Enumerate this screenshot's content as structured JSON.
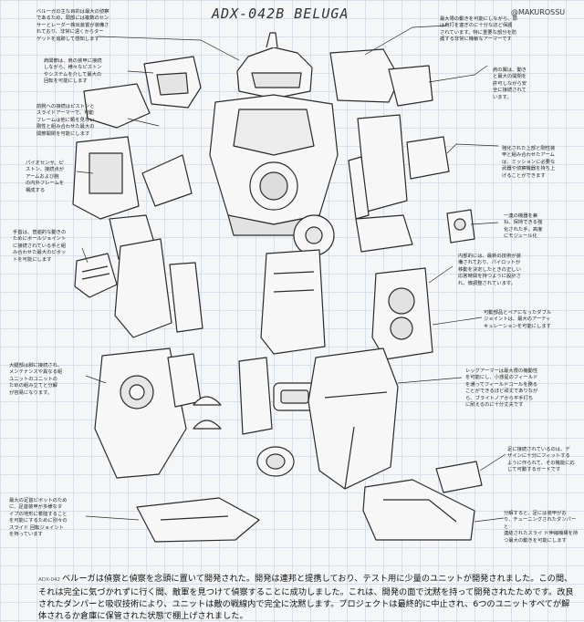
{
  "header": {
    "title": "ADX-042B BELUGA",
    "credit": "@MAKUROSSU"
  },
  "notes": [
    {
      "id": "n1",
      "text": "ベルーガの主な目的は最大の偵察\nであるため、頭部には複数のセン\nサーとレーダー検出装置が装備さ\nれており、非常に遠くからター\nゲットを追跡して感知します"
    },
    {
      "id": "n2",
      "text": "肩関節は、肩の装甲に接続\nしながら、様々なピストン\nやシステムを介して最大の\n回転を可能にします"
    },
    {
      "id": "n3",
      "text": "前腕への接続はピストンと\nスライドアーマーで、可動\nフレームは他に類を見ない\n剛性と組み合わせた最大の\n関節開閉を可能にします"
    },
    {
      "id": "n4",
      "text": "パイオセンサ、ピ\nストン、接続点が\nアームおよび腕\nの内外フレームを\n構成する"
    },
    {
      "id": "n5",
      "text": "手首は、普遍的な動きの\nためにボールジョイント\nに接続されている手と組\nみ合わせた最大のピボッ\nトを可能にします"
    },
    {
      "id": "n6",
      "text": "大腿部は脚に接続され、\nメンテナンスや異なる組\nユニットのユニットの\nための組み立てと分解\nが容易になります。"
    },
    {
      "id": "n7",
      "text": "最大の足首ピボットのため\nに、足首装甲が多様なタ\nイプの地形に着陸すること\nを可能にするために別々の\nスライド 回転ジョイント\nを持っています"
    },
    {
      "id": "n8",
      "text": "最大限の動きを可能にしながら、頭\nは肩打を塞ぎのに十分なほど保護\nされています。特に重要な部分を防\n護する非常に機敏なアーマーです"
    },
    {
      "id": "n9",
      "text": "肩の翼は、動き\nと最大の開閉を\n許可しながら安\n全に接続されて\nいます。"
    },
    {
      "id": "n10",
      "text": "強化された上部と剛性装\n甲と組み合わせたアーム\nは、ミッションに必要な\n武器や偵察機器を持ち上\nげることができます"
    },
    {
      "id": "n11",
      "text": "一連の機器を兼\nね、保持できる強\n化された手、高度\nにモジュール化"
    },
    {
      "id": "n12",
      "text": "内部的には、最新の技術が装\n備されており、パイロットが\n移動を決定したときの正しい\n応答時間を持つように設計さ\nれ、微調整されています。"
    },
    {
      "id": "n13",
      "text": "可動部品とペアになったダブル\nジョイントは、最大のアーティ\nキュレーションを可能にします"
    },
    {
      "id": "n14",
      "text": "レッグアーマーは最大限の機動性\nを可能にし、小惑星のフィールド\nを通ってフィールドコールを務る\nことができるほど頑丈でありなが\nら、ブライトノアから平手打ち\nに耐えるのに十分丈夫です"
    },
    {
      "id": "n15",
      "text": "足に接続されているのは、デ\nザインに十分にフィットする\nように作られて、その機能に応\nじて可動するガードです"
    },
    {
      "id": "n16",
      "text": "分解すると、足には装甲がお\nり、チューニングされたダンパーと\n連結されたスライ ド伸縮機構を持\nつ最大の動きを可能にします"
    }
  ],
  "footer": {
    "tag": "ADX-042",
    "body": "ベルーガは偵察と偵察を念頭に置いて開発された。開発は連邦と提携しており、テスト用に少量のユニットが開発されました。この間、それは完全に気づかれずに行く間、敵軍を見つけて偵察することに成功しました。これは、開発の面で沈黙を持って開発されたためです。改良されたダンパーと吸収技術により、ユニットは敵の戦線内で完全に沈黙します。プロジェクトは最終的に中止され、6つのユニットすべてが解体されるか倉庫に保管された状態で棚上げされました。"
  },
  "style": {
    "line": "#2b2b2b",
    "fill": "#f7f7f7",
    "shade": "#cfcfcf",
    "grid": "#d7e0ea"
  }
}
